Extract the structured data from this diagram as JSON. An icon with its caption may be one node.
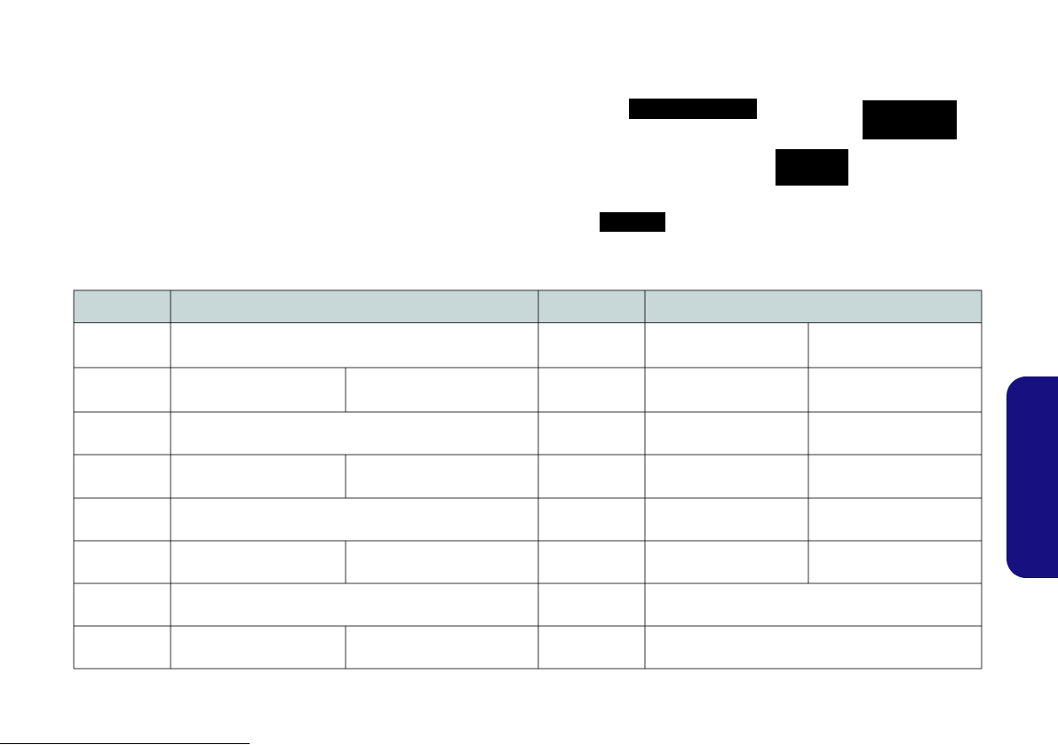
{
  "diagram": {
    "nodes": [
      {
        "text": [],
        "shape": "bar"
      },
      {
        "text": [],
        "shape": "bar"
      },
      {
        "text": [],
        "shape": "bar"
      },
      {
        "text": [],
        "shape": "bar"
      },
      {
        "text": [],
        "shape": "tab"
      }
    ]
  }
}
